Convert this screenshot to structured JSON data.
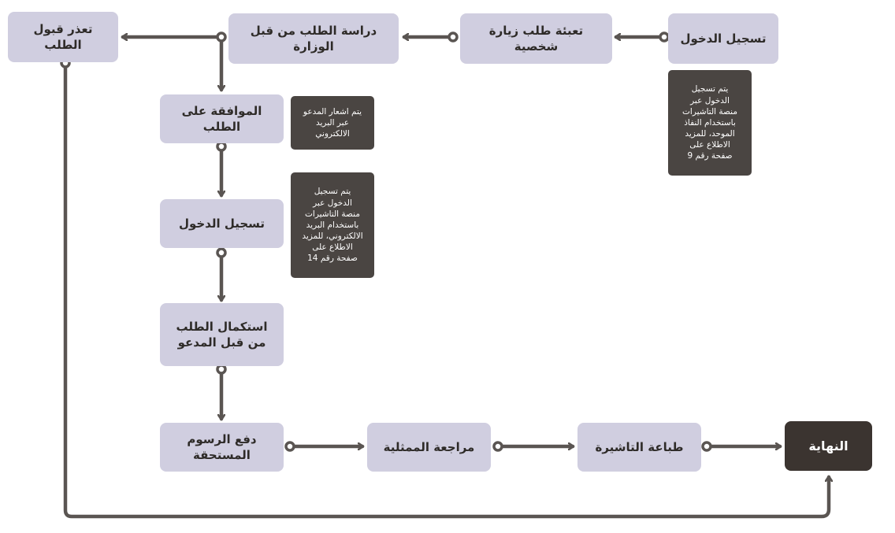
{
  "colors": {
    "node_fill": "#d0cee0",
    "end_fill": "#3b3430",
    "note_fill": "#4a4542",
    "connector": "#5a5552"
  },
  "nodes": {
    "login_top": "تسجيل الدخول",
    "fill_request": "تعبئة طلب زيارة شخصية",
    "ministry_review": "دراسة الطلب من قبل الوزارة",
    "request_rejected": "تعذر قبول الطلب",
    "approval": "الموافقة على الطلب",
    "login_invitee": "تسجيل الدخول",
    "complete_request": "استكمال الطلب من قبل المدعو",
    "pay_fees": "دفع الرسوم المستحقة",
    "mission_review": "مراجعة الممثلية",
    "print_visa": "طباعة التاشيرة",
    "end": "النهاية"
  },
  "notes": {
    "login_nafath": "يتم تسجيل\nالدخول عبر\nمنصة التاشيرات\nباستخدام النفاذ\nالموحد، للمزيد\nالاطلاع على\nصفحة رقم 9",
    "notify_email": "يتم اشعار المدعو\nعبر البريد\nالالكتروني",
    "login_email": "يتم تسجيل\nالدخول عبر\nمنصة التاشيرات\nباستخدام البريد\nالالكتروني، للمزيد\nالاطلاع على\nصفحة رقم 14"
  }
}
